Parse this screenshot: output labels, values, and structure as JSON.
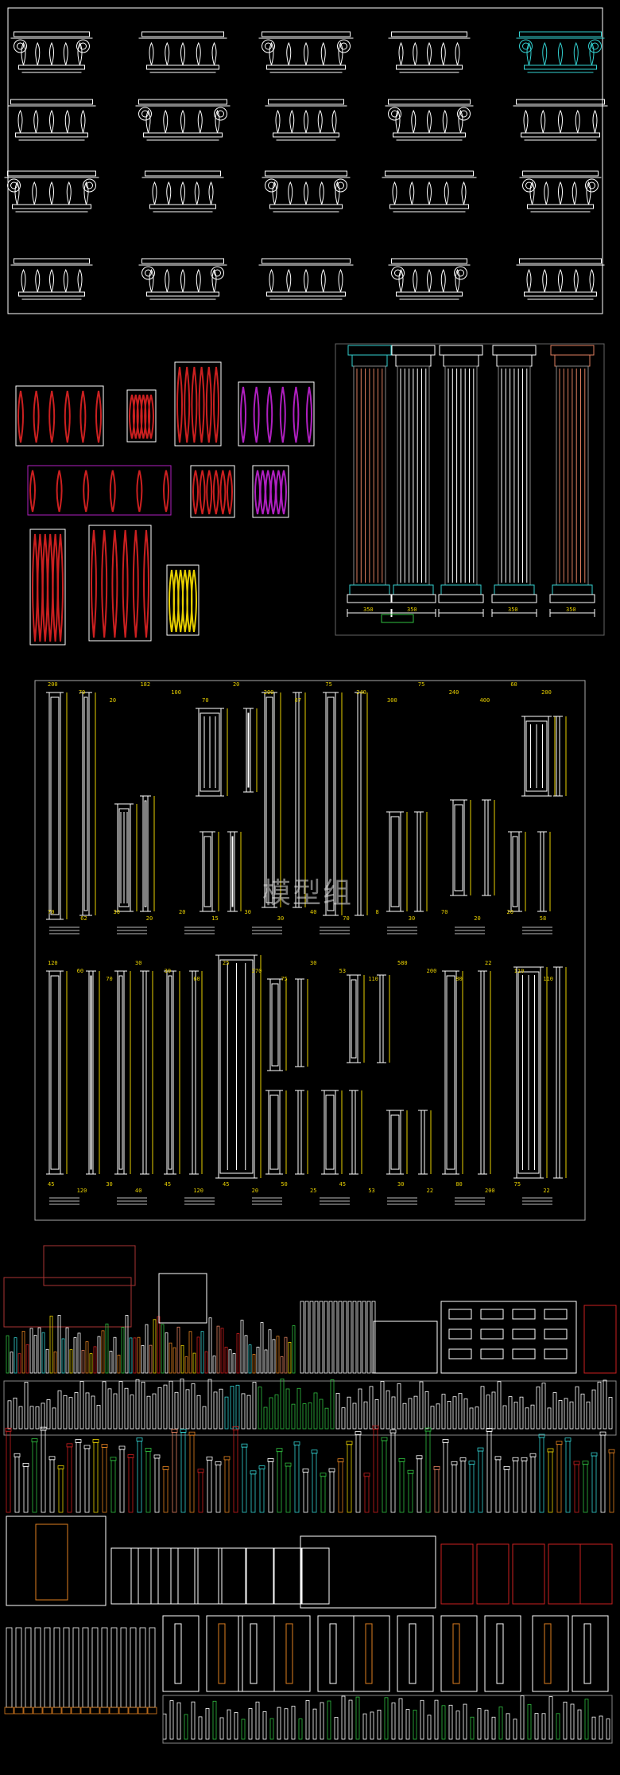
{
  "watermark": "模型组",
  "colors": {
    "background": "#000000",
    "line": "#ffffff",
    "accent_red": "#cc2020",
    "accent_cyan": "#33d0d0",
    "accent_magenta": "#b020c0",
    "accent_yellow": "#e8d000",
    "accent_salmon": "#e08060",
    "accent_green": "#30c040",
    "accent_orange": "#e08020"
  },
  "sections": [
    {
      "name": "capital-catalog",
      "icon": "column-capital-icon",
      "grid": "4 rows x 5 columns"
    },
    {
      "name": "ornament-and-column-details",
      "icon": "column-icon"
    },
    {
      "name": "pilaster-elevation-sheet",
      "icon": "pilaster-icon"
    },
    {
      "name": "column-library-overview",
      "icon": "column-library-icon"
    }
  ],
  "dimension_labels": {
    "top_row": [
      "200",
      "70",
      "20",
      "182",
      "100",
      "70",
      "20",
      "200",
      "87",
      "75",
      "240",
      "300",
      "75",
      "240",
      "400",
      "60",
      "200"
    ],
    "middle_row": [
      "70",
      "62",
      "30",
      "20",
      "20",
      "15",
      "30",
      "30",
      "40",
      "70",
      "8",
      "30",
      "70",
      "20",
      "20",
      "58"
    ],
    "bottom_top": [
      "120",
      "60",
      "70",
      "30",
      "30",
      "60",
      "25",
      "270",
      "75",
      "30",
      "53",
      "110",
      "580",
      "200",
      "80",
      "22",
      "110",
      "110"
    ],
    "bottom_bottom": [
      "45",
      "120",
      "30",
      "40",
      "45",
      "120",
      "45",
      "20",
      "50",
      "25",
      "45",
      "53",
      "30",
      "22",
      "80",
      "200",
      "75",
      "22"
    ],
    "column_base": [
      "350",
      "350",
      "350",
      "350"
    ]
  }
}
